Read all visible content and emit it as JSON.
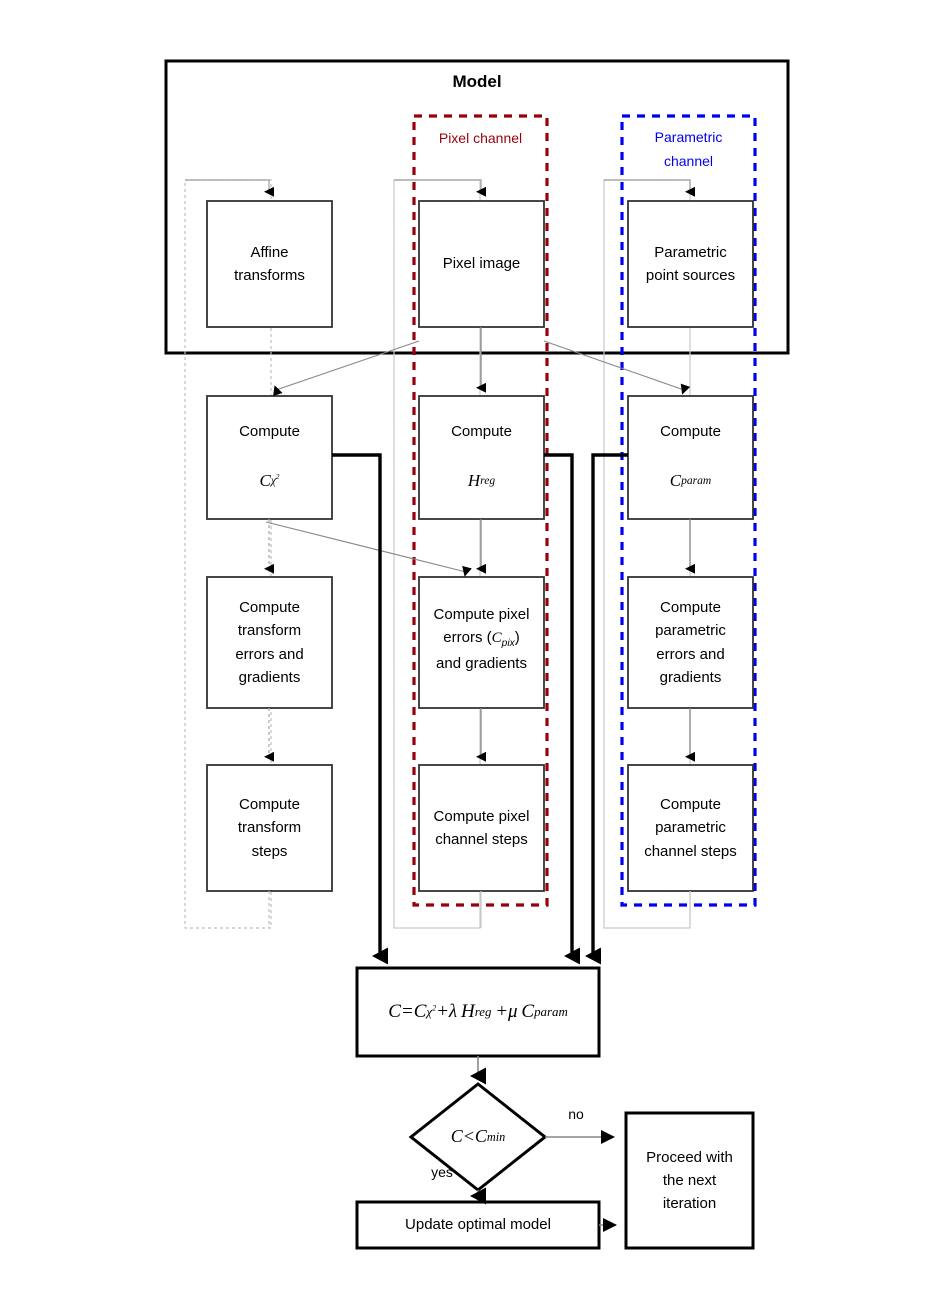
{
  "diagram": {
    "title": "Model",
    "type": "flowchart",
    "channels": [
      {
        "id": "pixel",
        "label": "Pixel channel",
        "color": "#99000d",
        "style": "dashed"
      },
      {
        "id": "parametric",
        "label": "Parametric\nchannel",
        "color": "#0000ee",
        "style": "dashed"
      }
    ],
    "columns": [
      {
        "id": "transform",
        "nodes": [
          {
            "id": "affine-transforms",
            "label": "Affine\ntransforms"
          },
          {
            "id": "compute-cchi2",
            "label": "Compute",
            "math": "C",
            "math_sub": "χ²"
          },
          {
            "id": "compute-transform-errors",
            "label": "Compute\ntransform\nerrors and\ngradients"
          },
          {
            "id": "compute-transform-steps",
            "label": "Compute\ntransform\nsteps"
          }
        ]
      },
      {
        "id": "pixel",
        "nodes": [
          {
            "id": "pixel-image",
            "label": "Pixel image"
          },
          {
            "id": "compute-hreg",
            "label": "Compute",
            "math": "H",
            "math_sub": "reg"
          },
          {
            "id": "compute-pixel-errors",
            "label": "Compute pixel\nerrors (Cₚᵢₓ)\nand gradients"
          },
          {
            "id": "compute-pixel-steps",
            "label": "Compute pixel\nchannel steps"
          }
        ]
      },
      {
        "id": "parametric",
        "nodes": [
          {
            "id": "parametric-point-sources",
            "label": "Parametric\npoint sources"
          },
          {
            "id": "compute-cparam",
            "label": "Compute",
            "math": "C",
            "math_sub": "param"
          },
          {
            "id": "compute-parametric-errors",
            "label": "Compute\nparametric\nerrors and\ngradients"
          },
          {
            "id": "compute-parametric-steps",
            "label": "Compute\nparametric\nchannel steps"
          }
        ]
      }
    ],
    "cost_function": {
      "id": "cost-function",
      "formula": "C = Cχ² + λ H_reg + μ C_param"
    },
    "decision": {
      "id": "decision-c-less-cmin",
      "condition": "C < C_min",
      "branch_yes": "yes",
      "branch_no": "no"
    },
    "terminals": [
      {
        "id": "update-optimal-model",
        "label": "Update optimal model"
      },
      {
        "id": "proceed-next-iteration",
        "label": "Proceed with\nthe next\niteration"
      }
    ],
    "colors": {
      "pixel_channel": "#99000d",
      "parametric_channel": "#0000ee",
      "node_border": "#333333",
      "loop_line": "#aaaaaa",
      "thick_line": "#000000"
    }
  }
}
